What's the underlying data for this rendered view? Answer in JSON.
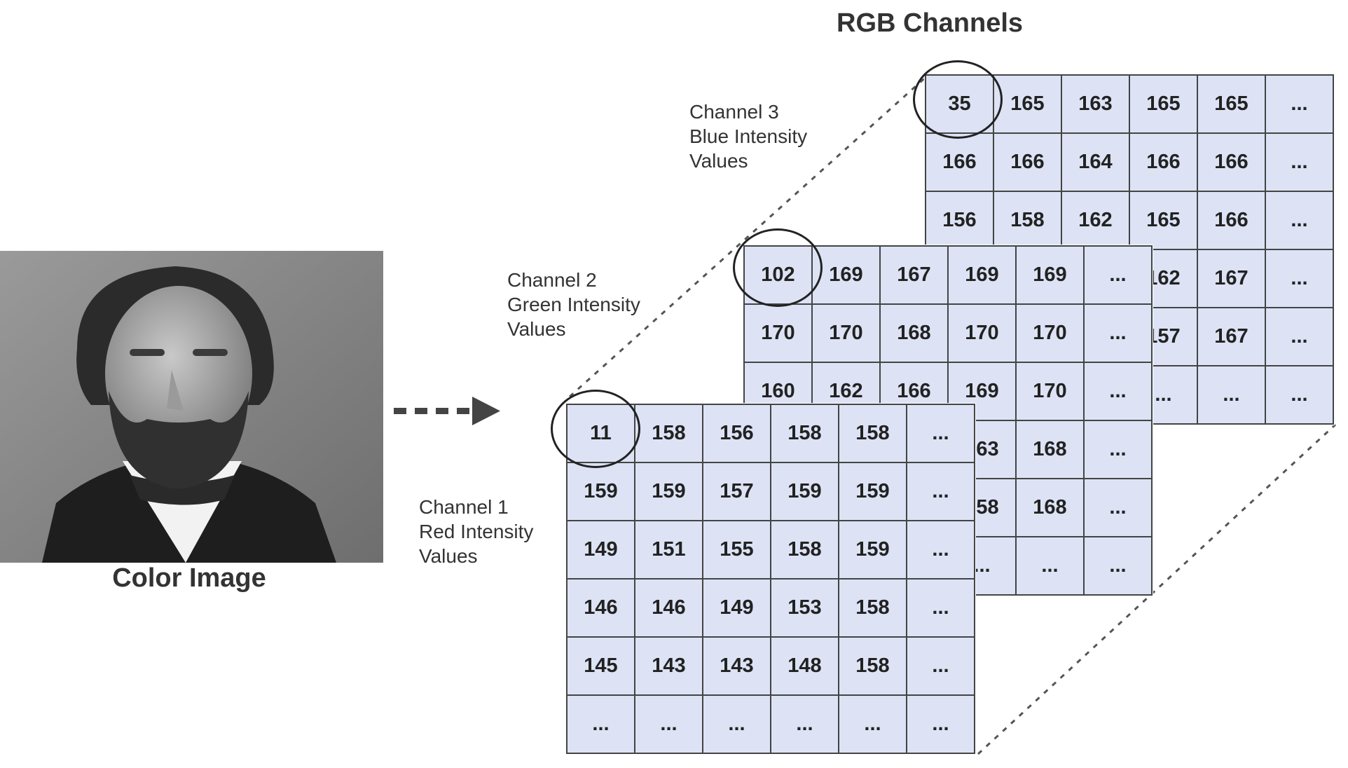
{
  "title": "RGB Channels",
  "image_caption": "Color Image",
  "channels": [
    {
      "id": "blue",
      "label": [
        "Channel 3",
        "Blue Intensity",
        "Values"
      ],
      "values": [
        [
          "35",
          "165",
          "163",
          "165",
          "165",
          "..."
        ],
        [
          "166",
          "166",
          "164",
          "166",
          "166",
          "..."
        ],
        [
          "156",
          "158",
          "162",
          "165",
          "166",
          "..."
        ],
        [
          "",
          "",
          "",
          "162",
          "167",
          "..."
        ],
        [
          "",
          "",
          "",
          "157",
          "167",
          "..."
        ],
        [
          "",
          "",
          "",
          "...",
          "...",
          "..."
        ]
      ]
    },
    {
      "id": "green",
      "label": [
        "Channel 2",
        "Green Intensity",
        "Values"
      ],
      "values": [
        [
          "102",
          "169",
          "167",
          "169",
          "169",
          "..."
        ],
        [
          "170",
          "170",
          "168",
          "170",
          "170",
          "..."
        ],
        [
          "160",
          "162",
          "166",
          "169",
          "170",
          "..."
        ],
        [
          "",
          "",
          "",
          "163",
          "168",
          "..."
        ],
        [
          "",
          "",
          "",
          "158",
          "168",
          "..."
        ],
        [
          "",
          "",
          "",
          "...",
          "...",
          "..."
        ]
      ]
    },
    {
      "id": "red",
      "label": [
        "Channel 1",
        "Red Intensity",
        "Values"
      ],
      "values": [
        [
          "11",
          "158",
          "156",
          "158",
          "158",
          "..."
        ],
        [
          "159",
          "159",
          "157",
          "159",
          "159",
          "..."
        ],
        [
          "149",
          "151",
          "155",
          "158",
          "159",
          "..."
        ],
        [
          "146",
          "146",
          "149",
          "153",
          "158",
          "..."
        ],
        [
          "145",
          "143",
          "143",
          "148",
          "158",
          "..."
        ],
        [
          "...",
          "...",
          "...",
          "...",
          "...",
          "..."
        ]
      ]
    }
  ]
}
